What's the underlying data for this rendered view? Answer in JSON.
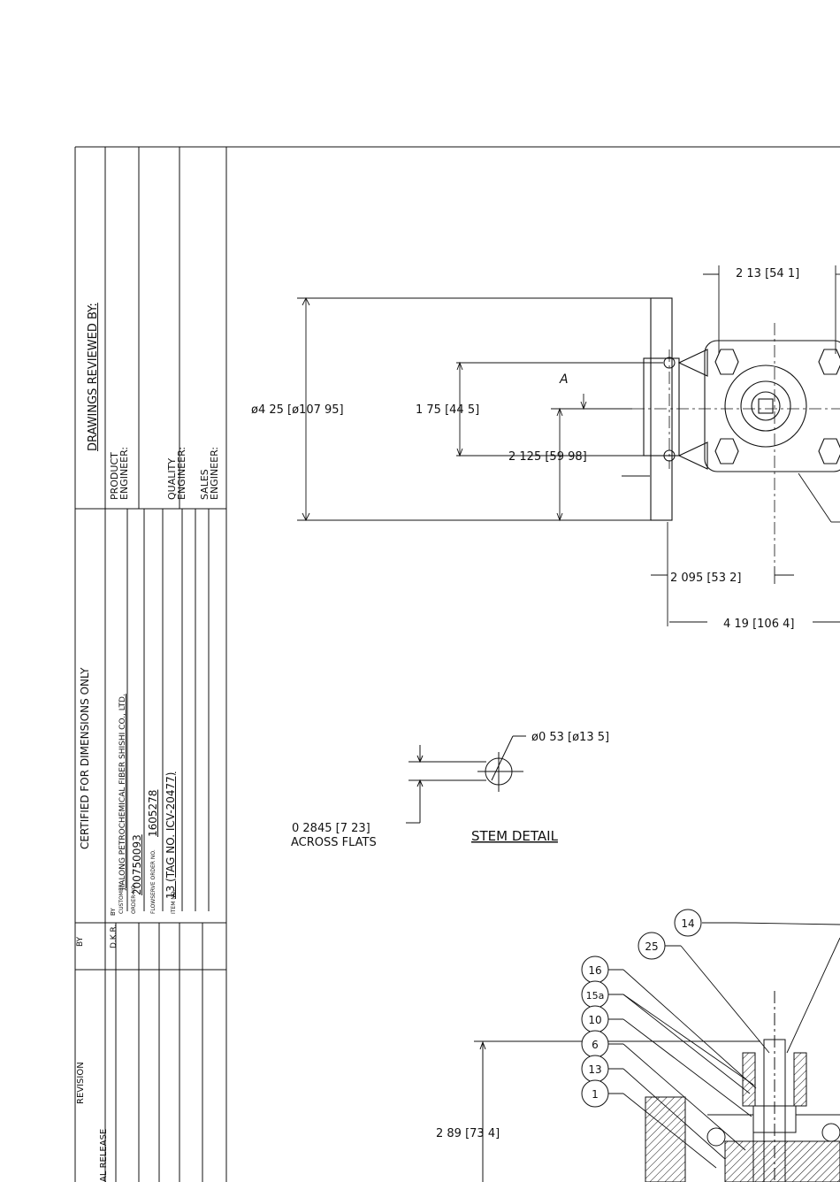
{
  "title_block": {
    "drawings_reviewed_by": "DRAWINGS REVIEWED BY:",
    "product_engineer": "PRODUCT ENGINEER:",
    "quality_engineer": "QUALITY ENGINEER:",
    "sales_engineer": "SALES ENGINEER:",
    "certified": "CERTIFIED FOR DIMENSIONS ONLY",
    "by_label": "BY",
    "customer_label": "CUSTOMER",
    "customer": "JIALONG PETROCHEMICAL FIBER SHISHI CO., LTD.",
    "order_label": "ORDER NO.",
    "order_no": "200750093",
    "flowserve_label": "FLOWSERVE ORDER NO.",
    "flowserve_no": "1605278",
    "item_label": "ITEM NO.",
    "item_no": "13 (TAG NO. ICV-20477)",
    "revision_header": "REVISION",
    "by_header": "BY",
    "revision_1": "AL RELEASE",
    "revision_1_by": "D.K.R."
  },
  "dimensions": {
    "d_2_13": "2 13  [54 1]",
    "d_4_25": "ø4 25  [ø107 95]",
    "d_1_75": "1 75  [44 5]",
    "d_a": "A",
    "d_2_125": "2 125  [59 98]",
    "d_2_095": "2 095  [53 2]",
    "d_4_19": "4 19  [106 4]",
    "d_053": "ø0 53  [ø13 5]",
    "d_2845": "0 2845  [7 23]",
    "across_flats": "ACROSS FLATS",
    "stem_detail": "STEM DETAIL",
    "d_2_89": "2 89  [73 4]"
  },
  "balloons": {
    "b14": "14",
    "b25": "25",
    "b16": "16",
    "b15a": "15a",
    "b10": "10",
    "b6": "6",
    "b13": "13",
    "b1": "1"
  }
}
